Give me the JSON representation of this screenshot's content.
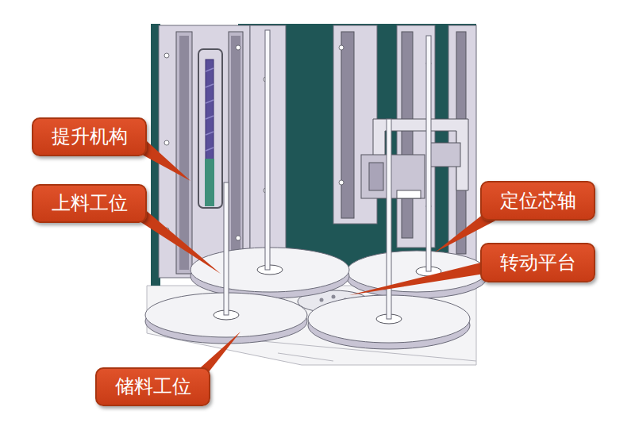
{
  "diagram": {
    "nodes": [
      {
        "text": [
          "提升机构"
        ]
      },
      {
        "text": [
          "上料工位"
        ]
      },
      {
        "text": [
          "定位芯轴"
        ]
      },
      {
        "text": [
          "转动平台"
        ]
      },
      {
        "text": [
          "储料工位"
        ]
      }
    ]
  }
}
